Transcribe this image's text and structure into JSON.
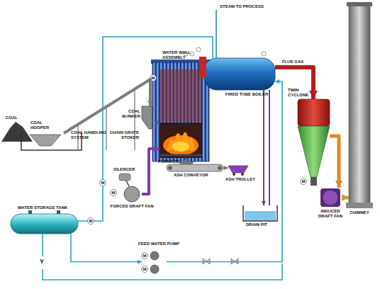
{
  "diagram": {
    "nodes": [
      {
        "text": [
          "COAL HOOPER"
        ]
      },
      {
        "text": [
          "COAL BUNKER"
        ]
      },
      {
        "text": [
          "WATER WALL ASSEMBLY"
        ]
      },
      {
        "text": [
          "FURNACE"
        ],
        "in": 2
      },
      {
        "text": [
          "FIRED TUBE BOILER"
        ]
      },
      {
        "text": [
          "TWIN CYCLONE"
        ]
      },
      {
        "text": [
          "INDUCED DRAFT FAN"
        ]
      },
      {
        "text": [
          "CHIMNEY"
        ]
      },
      {
        "text": [
          "FORCED DRAFT FAN"
        ]
      },
      {
        "text": [
          "WATER STORAGE TANK"
        ]
      },
      {
        "text": [
          "FEED WATER PUMP"
        ]
      },
      {
        "text": [
          "DRAIN PIT"
        ]
      },
      {
        "text": [
          "ASH CONVEYOR"
        ]
      },
      {
        "text": [
          "ASH TROLLEY"
        ]
      }
    ],
    "edges": [
      {
        "from": 0,
        "to": 1,
        "arrow": "to"
      },
      {
        "from": 1,
        "to": 3,
        "arrow": "to"
      },
      {
        "from": 8,
        "to": 3,
        "arrow": "to"
      },
      {
        "from": 4,
        "to": 5,
        "arrow": "to"
      },
      {
        "from": 5,
        "to": 6,
        "arrow": "to"
      },
      {
        "from": 6,
        "to": 7,
        "arrow": "to"
      },
      {
        "from": 9,
        "to": 10,
        "arrow": "to"
      },
      {
        "from": 10,
        "to": 4,
        "arrow": "to"
      },
      {
        "from": 4,
        "to": 11,
        "arrow": "to"
      },
      {
        "from": 3,
        "to": 12,
        "arrow": "to"
      },
      {
        "from": 12,
        "to": 13,
        "arrow": "to"
      }
    ],
    "labels": [
      "COAL",
      "COAL HANDLING SYSTEM",
      "CHAIN GRATE STOKER",
      "SILENCER",
      "STEAM TO PROCESS",
      "FLUE GAS",
      "Y",
      "M",
      "M",
      "M",
      "M",
      "M",
      "M",
      "M"
    ]
  }
}
